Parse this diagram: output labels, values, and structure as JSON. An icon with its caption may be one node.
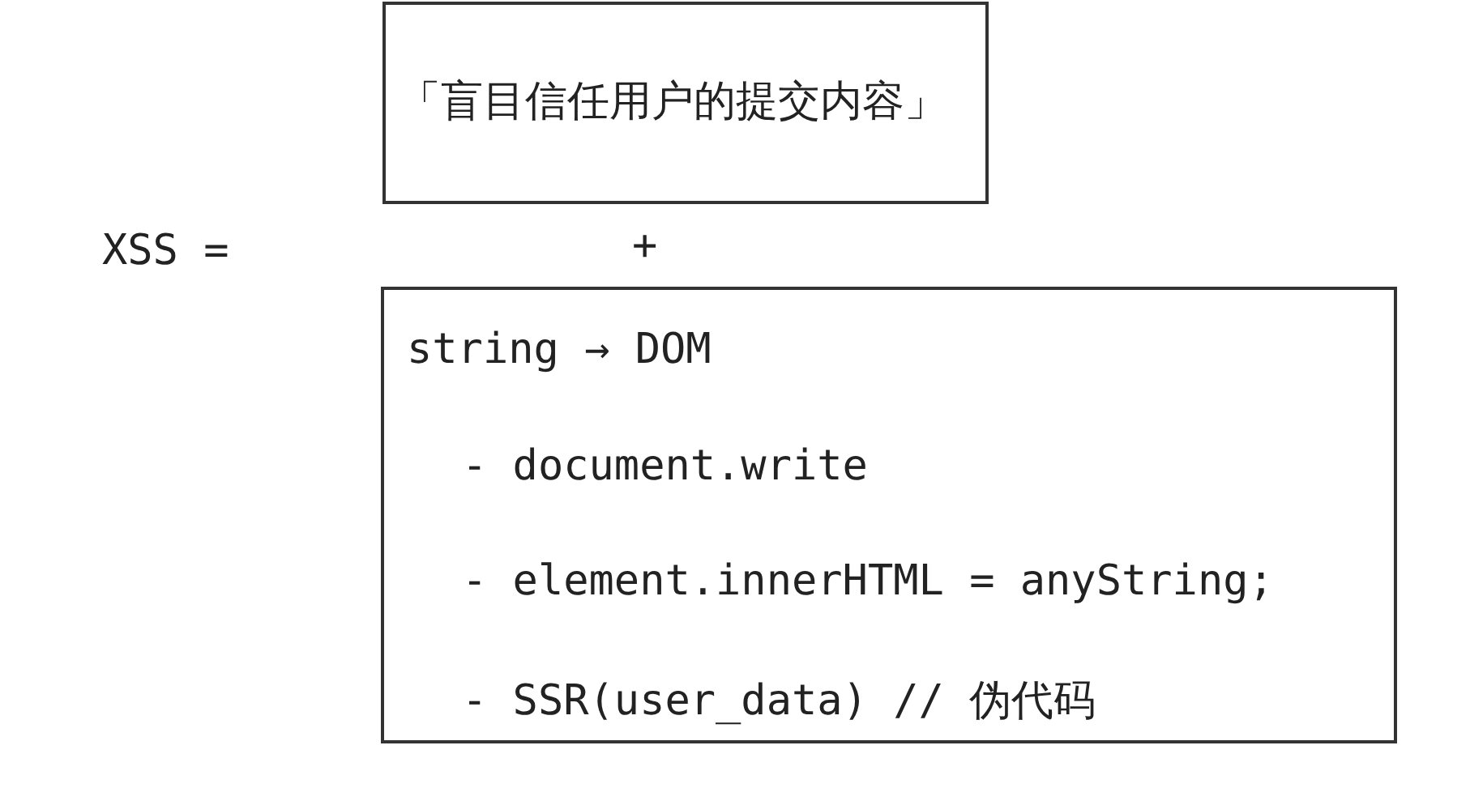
{
  "diagram": {
    "nodes": [
      {
        "text": [
          "「盲目信任用户的提交内容」"
        ]
      },
      {
        "text": [
          "string → DOM",
          "- document.write",
          "- element.innerHTML = anyString;",
          "- SSR(user_data) // 伪代码"
        ]
      }
    ],
    "labels": [
      "XSS =",
      "+"
    ]
  }
}
